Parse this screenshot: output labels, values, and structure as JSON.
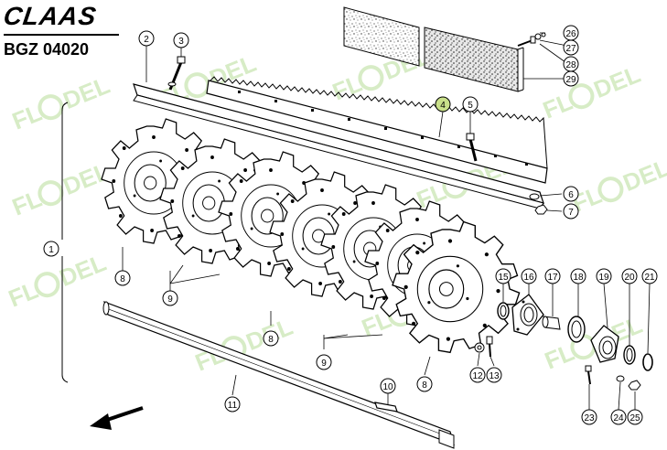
{
  "header": {
    "brand": "CLAAS",
    "doc_code": "BGZ 04020"
  },
  "watermark": {
    "text_left": "FL",
    "text_right": "DEL",
    "color": "#d7ecc6"
  },
  "callouts": [
    {
      "id": "c1",
      "label": "1"
    },
    {
      "id": "c2",
      "label": "2"
    },
    {
      "id": "c3",
      "label": "3"
    },
    {
      "id": "c4",
      "label": "4",
      "highlight": true
    },
    {
      "id": "c5",
      "label": "5"
    },
    {
      "id": "c6",
      "label": "6"
    },
    {
      "id": "c7",
      "label": "7"
    },
    {
      "id": "c8a",
      "label": "8"
    },
    {
      "id": "c8b",
      "label": "8"
    },
    {
      "id": "c8c",
      "label": "8"
    },
    {
      "id": "c9a",
      "label": "9"
    },
    {
      "id": "c9b",
      "label": "9"
    },
    {
      "id": "c10",
      "label": "10"
    },
    {
      "id": "c11",
      "label": "11"
    },
    {
      "id": "c12",
      "label": "12"
    },
    {
      "id": "c13",
      "label": "13"
    },
    {
      "id": "c15",
      "label": "15"
    },
    {
      "id": "c16",
      "label": "16"
    },
    {
      "id": "c17",
      "label": "17"
    },
    {
      "id": "c18",
      "label": "18"
    },
    {
      "id": "c19",
      "label": "19"
    },
    {
      "id": "c20",
      "label": "20"
    },
    {
      "id": "c21",
      "label": "21"
    },
    {
      "id": "c23",
      "label": "23"
    },
    {
      "id": "c24",
      "label": "24"
    },
    {
      "id": "c25",
      "label": "25"
    },
    {
      "id": "c26",
      "label": "26"
    },
    {
      "id": "c27",
      "label": "27"
    },
    {
      "id": "c28",
      "label": "28"
    },
    {
      "id": "c29",
      "label": "29"
    }
  ],
  "colors": {
    "line": "#000000",
    "highlight": "#c9e08a"
  }
}
